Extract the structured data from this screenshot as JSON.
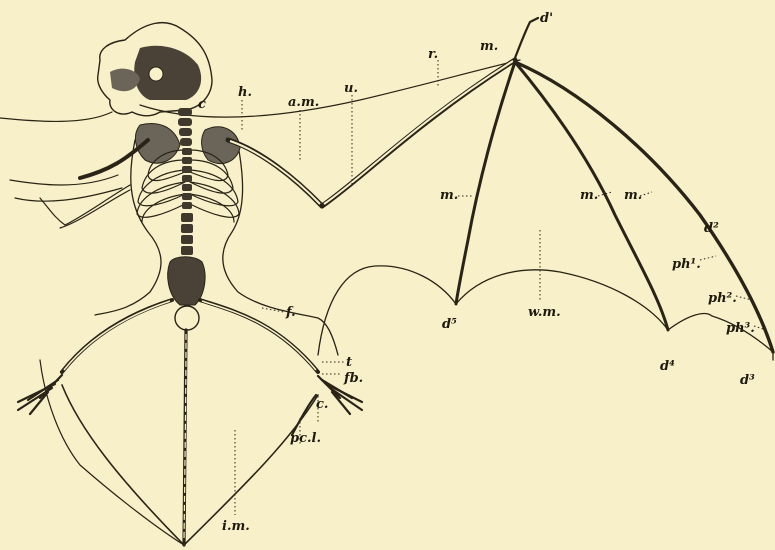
{
  "diagram": {
    "labels": {
      "d1": "d'",
      "r": "r.",
      "m_top": "m.",
      "h": "h.",
      "am": "a.m.",
      "u": "u.",
      "c": "c",
      "m_d3": "m.",
      "m_d4": "m.",
      "m_d2": "m.",
      "d2": "d²",
      "ph1": "ph¹.",
      "ph2": "ph².",
      "ph3": "ph³.",
      "d3": "d³",
      "d4": "d⁴",
      "d5": "d⁵",
      "wm": "w.m.",
      "f": "f.",
      "t": "t",
      "fb": "fb.",
      "c2": "c.",
      "pcl": "pc.l.",
      "im": "i.m."
    },
    "colors": {
      "paper": "#f7f0c8",
      "ink": "#2a2418",
      "bone_shade": "#6b6458"
    }
  }
}
